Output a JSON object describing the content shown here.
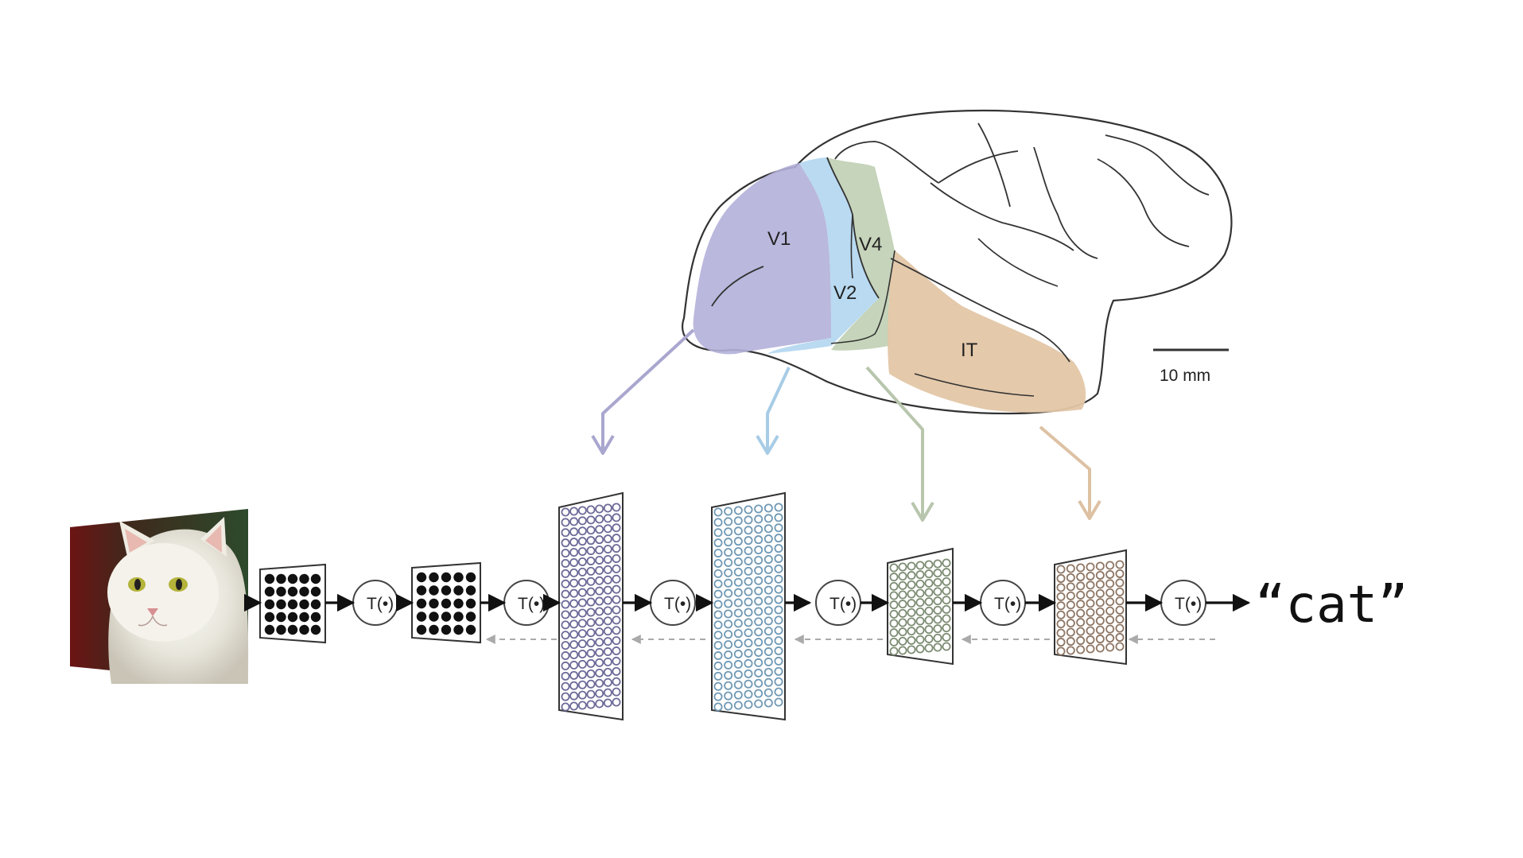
{
  "brain": {
    "regions": [
      {
        "id": "v1",
        "label": "V1",
        "color": "#b3b0d9"
      },
      {
        "id": "v2",
        "label": "V2",
        "color": "#b5d8f0"
      },
      {
        "id": "v4",
        "label": "V4",
        "color": "#c2d2b6"
      },
      {
        "id": "it",
        "label": "IT",
        "color": "#e3c6a6"
      }
    ],
    "scale_bar_label": "10 mm"
  },
  "network": {
    "transform_label": "T(•)",
    "output_label": "“cat”",
    "layer_colors": [
      "#6c6a98",
      "#6f98b4",
      "#7d8c73",
      "#8e7664"
    ]
  },
  "input_image": {
    "icon": "cat-photo-icon"
  }
}
